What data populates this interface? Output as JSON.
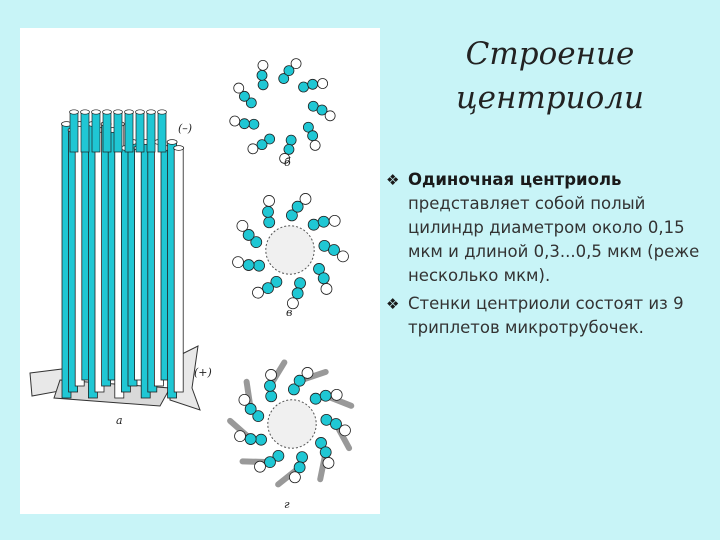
{
  "slide": {
    "title_line1": "Строение",
    "title_line2": "центриоли",
    "bullets": [
      {
        "icon": "diamond-bullet-icon",
        "lead": "Одиночная центриоль",
        "text": "представляет собой полый цилиндр диаметром около 0,15 мкм и длиной 0,3...0,5 мкм (реже    несколько мкм)."
      },
      {
        "icon": "diamond-bullet-icon",
        "lead": "",
        "text": "Стенки центриоли состоят из 9 триплетов микротрубочек."
      }
    ]
  },
  "figure": {
    "label_minus": "(–)",
    "label_plus": "(+)",
    "label_a": "а",
    "label_b": "б",
    "label_v": "в",
    "label_g": "г",
    "tube_color": "#1fc7d4"
  }
}
